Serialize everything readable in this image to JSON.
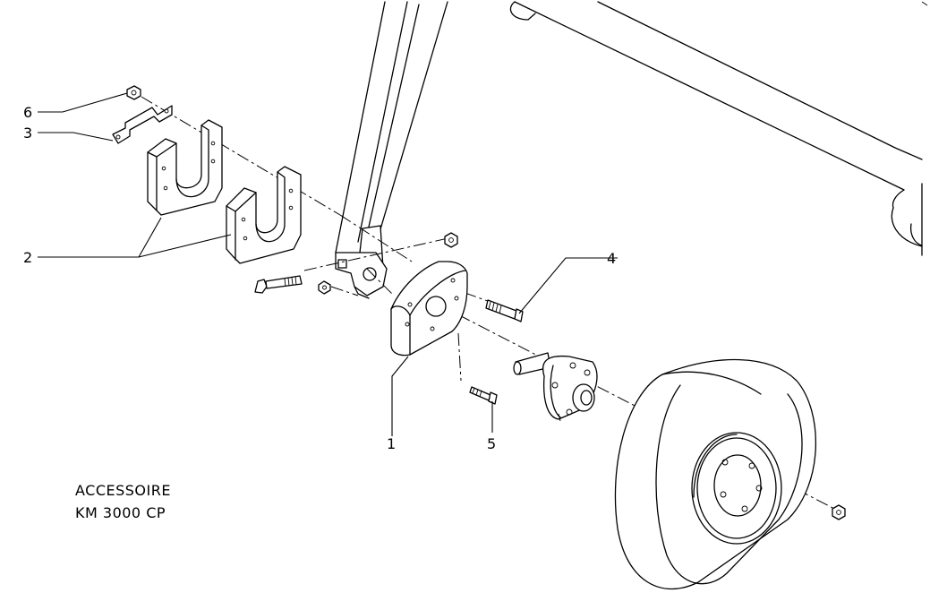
{
  "callouts": [
    {
      "id": "6",
      "label": "6"
    },
    {
      "id": "3",
      "label": "3"
    },
    {
      "id": "2",
      "label": "2"
    },
    {
      "id": "4",
      "label": "4"
    },
    {
      "id": "1",
      "label": "1"
    },
    {
      "id": "5",
      "label": "5"
    }
  ],
  "caption": {
    "line1": "ACCESSOIRE",
    "line2": "KM 3000 CP"
  }
}
